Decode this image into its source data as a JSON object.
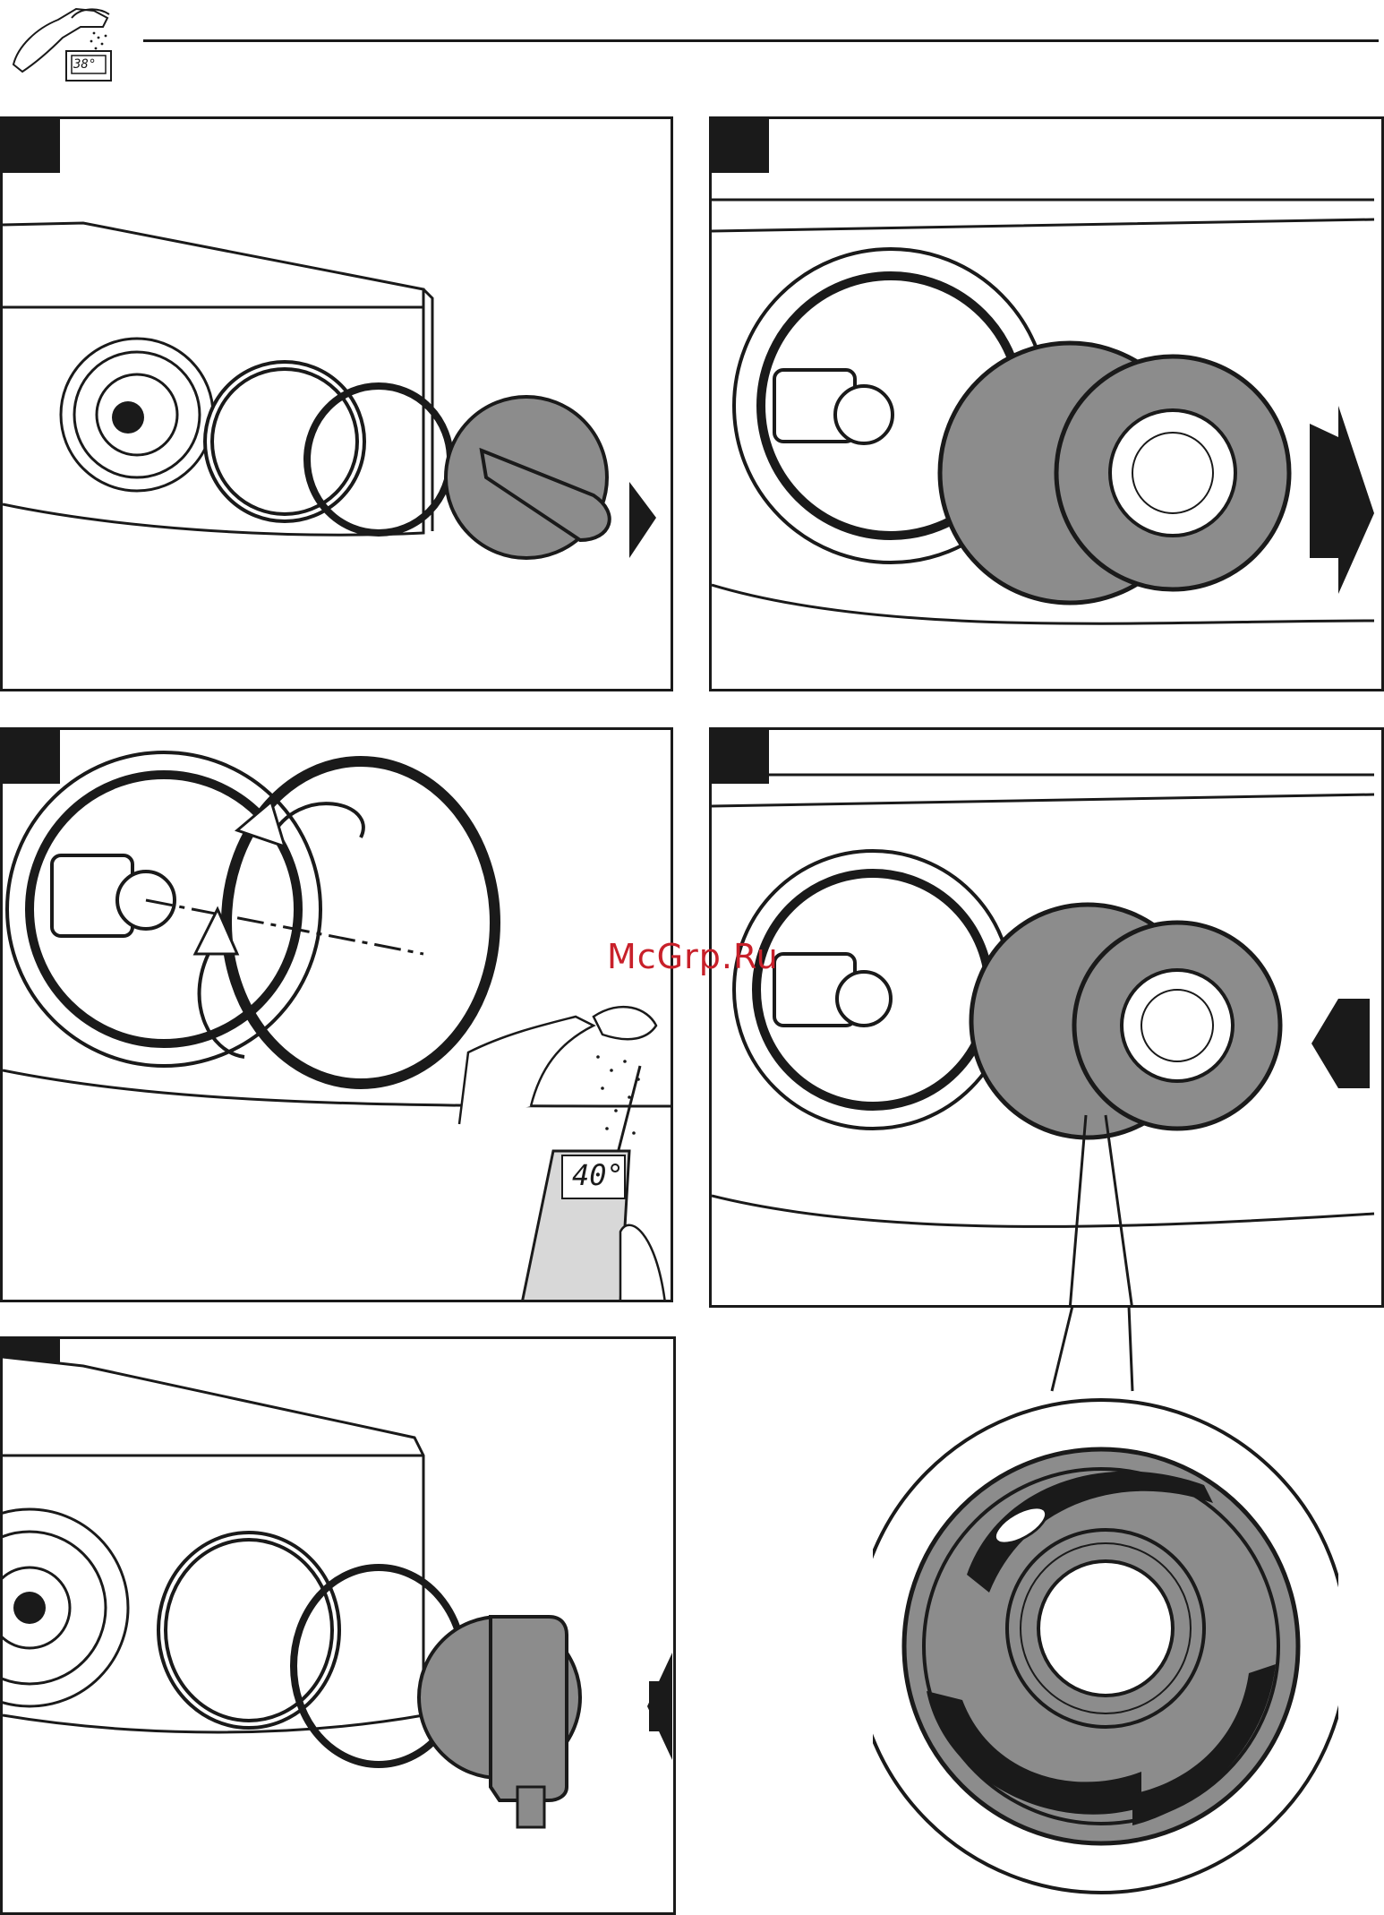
{
  "header": {
    "icon_name": "shower-thermometer-icon",
    "icon_temperature": "38°"
  },
  "steps": [
    {
      "id": "step-1",
      "illustration": "remove-cap-and-rings"
    },
    {
      "id": "step-2",
      "illustration": "remove-check-valve-cartridge"
    },
    {
      "id": "step-3",
      "illustration": "rotate-and-flush-thermostat"
    },
    {
      "id": "step-4",
      "illustration": "insert-check-valve-cartridge"
    },
    {
      "id": "step-5",
      "illustration": "reinstall-rings-and-cap"
    }
  ],
  "thermometer": {
    "reading": "40°"
  },
  "detail": {
    "illustration": "cartridge-detail-zoom"
  },
  "watermark": {
    "text": "McGrp.Ru"
  },
  "colors": {
    "ink": "#1a1a1a",
    "part_gray": "#8c8c8c",
    "watermark": "#c8202a"
  }
}
